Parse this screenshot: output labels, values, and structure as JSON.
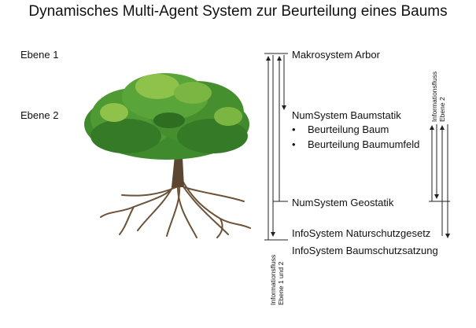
{
  "title": "Dynamisches Multi-Agent System zur Beurteilung eines Baums",
  "levels": {
    "level1": "Ebene 1",
    "level2": "Ebene 2"
  },
  "systems": {
    "makro": "Makrosystem Arbor",
    "baumstatik": "NumSystem Baumstatik",
    "bullet1": "Beurteilung Baum",
    "bullet2": "Beurteilung Baumumfeld",
    "geostatik": "NumSystem Geostatik",
    "naturschutz": "InfoSystem Naturschutzgesetz",
    "baumschutz": "InfoSystem Baumschutzsatzung"
  },
  "flow_labels": {
    "right_line1": "Informationsfluss",
    "right_line2": "Ebene 2",
    "bottom_line1": "Informationsfluss",
    "bottom_line2": "Ebene 1 und 2"
  },
  "colors": {
    "foliage": "#3f8a2c",
    "foliage_light": "#8fc24a",
    "roots": "#6b5238"
  },
  "image": "tree-with-roots"
}
